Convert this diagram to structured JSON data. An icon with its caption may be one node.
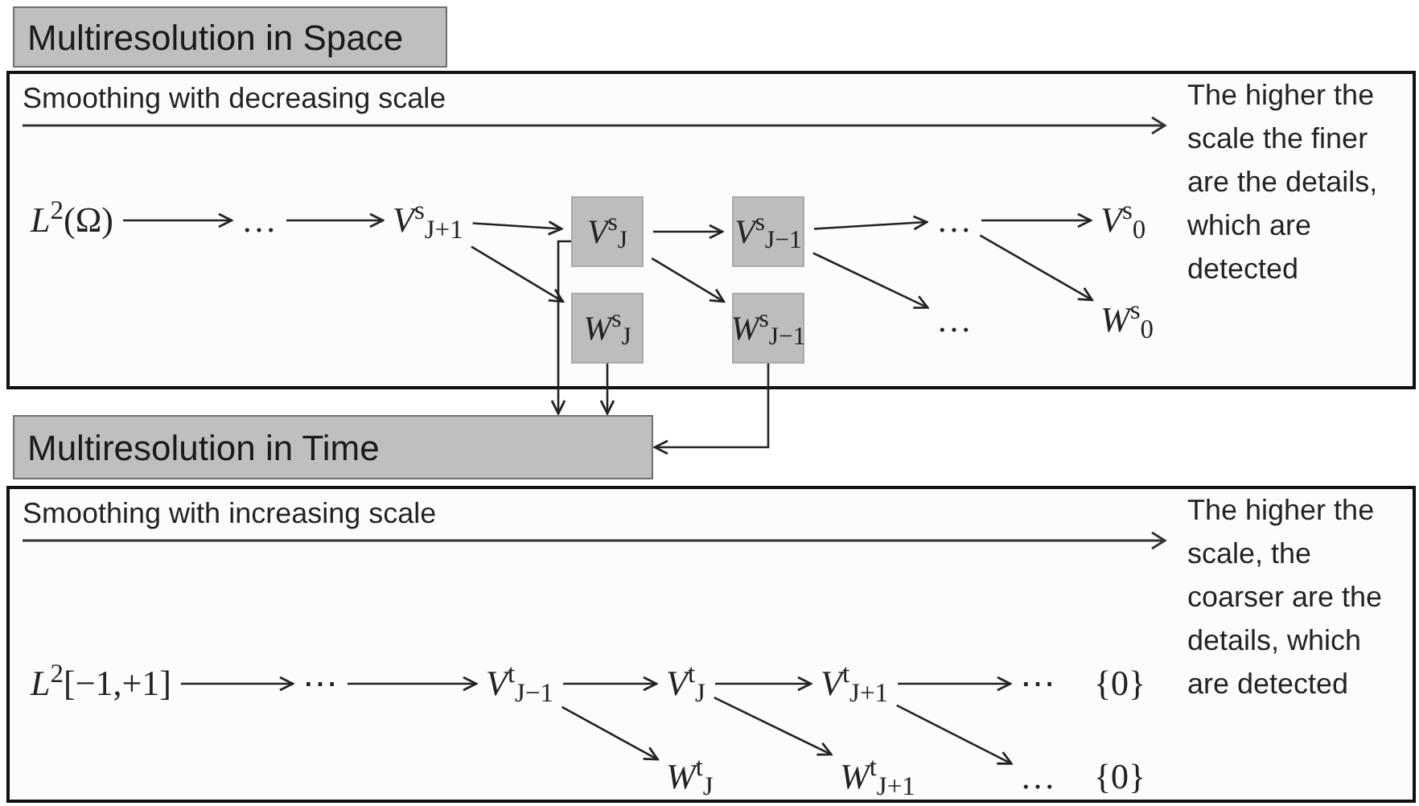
{
  "diagram": {
    "nodes": [
      {
        "text": [
          "Multiresolution in Space"
        ]
      },
      {
        "text": [
          "Smoothing with decreasing scale",
          "The higher the scale the finer are the details, which are detected"
        ]
      },
      {
        "text": [
          "*L*$^{2}$(Ω)"
        ],
        "in": 1
      },
      {
        "text": [
          "…"
        ],
        "in": 1
      },
      {
        "text": [
          "*V*$^{s}$$_{J+1}$"
        ],
        "in": 1
      },
      {
        "text": [
          "*V*$^{s}$$_{J}$"
        ],
        "in": 1
      },
      {
        "text": [
          "*V*$^{s}$$_{J−1}$"
        ],
        "in": 1
      },
      {
        "text": [
          "…"
        ],
        "in": 1
      },
      {
        "text": [
          "*V*$^{s}$$_{0}$"
        ],
        "in": 1
      },
      {
        "text": [
          "*W*$^{s}$$_{J}$"
        ],
        "in": 1
      },
      {
        "text": [
          "*W*$^{s}$$_{J−1}$"
        ],
        "in": 1
      },
      {
        "text": [
          "…"
        ],
        "in": 1
      },
      {
        "text": [
          "*W*$^{s}$$_{0}$"
        ],
        "in": 1
      },
      {
        "text": [
          "Multiresolution in Time"
        ]
      },
      {
        "text": [
          "Smoothing with increasing scale",
          "The higher the scale, the coarser are the details, which are detected"
        ]
      },
      {
        "text": [
          "*L*$^{2}$[−1,+1]"
        ],
        "in": 14
      },
      {
        "text": [
          "⋯"
        ],
        "in": 14
      },
      {
        "text": [
          "*V*$^{t}$$_{J−1}$"
        ],
        "in": 14
      },
      {
        "text": [
          "*V*$^{t}$$_{J}$"
        ],
        "in": 14
      },
      {
        "text": [
          "*V*$^{t}$$_{J+1}$"
        ],
        "in": 14
      },
      {
        "text": [
          "⋯"
        ],
        "in": 14
      },
      {
        "text": [
          "{0}"
        ],
        "in": 14
      },
      {
        "text": [
          "*W*$^{t}$$_{J}$"
        ],
        "in": 14
      },
      {
        "text": [
          "*W*$^{t}$$_{J+1}$"
        ],
        "in": 14
      },
      {
        "text": [
          "…"
        ],
        "in": 14
      },
      {
        "text": [
          "{0}"
        ],
        "in": 14
      }
    ],
    "edges": [
      {
        "from": 2,
        "to": 3,
        "arrow": "to"
      },
      {
        "from": 3,
        "to": 4,
        "arrow": "to"
      },
      {
        "from": 4,
        "to": 5,
        "arrow": "to"
      },
      {
        "from": 4,
        "to": 9,
        "arrow": "to"
      },
      {
        "from": 5,
        "to": 6,
        "arrow": "to"
      },
      {
        "from": 5,
        "to": 10,
        "arrow": "to"
      },
      {
        "from": 6,
        "to": 7,
        "arrow": "to"
      },
      {
        "from": 6,
        "to": 11,
        "arrow": "to"
      },
      {
        "from": 7,
        "to": 8,
        "arrow": "to"
      },
      {
        "from": 7,
        "to": 12,
        "arrow": "to"
      },
      {
        "from": 5,
        "to": 13,
        "arrow": "to"
      },
      {
        "from": 9,
        "to": 13,
        "arrow": "to"
      },
      {
        "from": 10,
        "to": 13,
        "arrow": "to"
      },
      {
        "from": 15,
        "to": 16,
        "arrow": "to"
      },
      {
        "from": 16,
        "to": 17,
        "arrow": "to"
      },
      {
        "from": 17,
        "to": 18,
        "arrow": "to"
      },
      {
        "from": 17,
        "to": 22,
        "arrow": "to"
      },
      {
        "from": 18,
        "to": 19,
        "arrow": "to"
      },
      {
        "from": 18,
        "to": 23,
        "arrow": "to"
      },
      {
        "from": 19,
        "to": 20,
        "arrow": "to"
      },
      {
        "from": 19,
        "to": 24,
        "arrow": "to"
      }
    ]
  }
}
